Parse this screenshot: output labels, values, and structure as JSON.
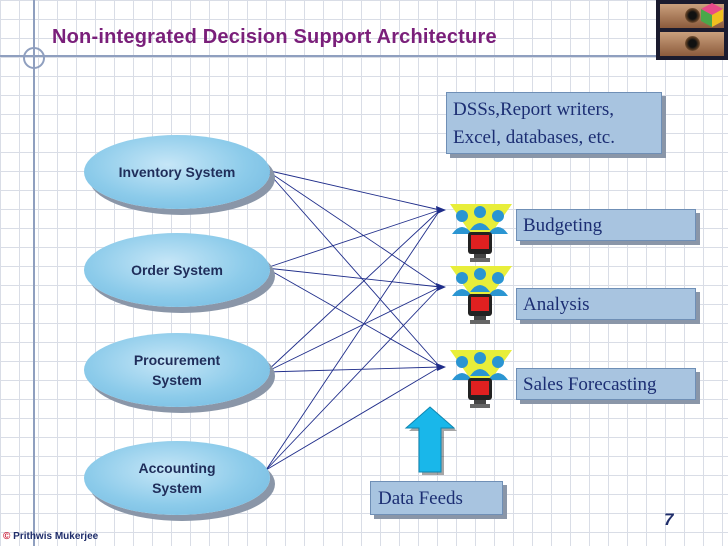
{
  "title": "Non-integrated Decision Support Architecture",
  "systems": [
    {
      "line1": "Inventory System",
      "line2": ""
    },
    {
      "line1": "Order System",
      "line2": ""
    },
    {
      "line1": "Procurement",
      "line2": "System"
    },
    {
      "line1": "Accounting",
      "line2": "System"
    }
  ],
  "tools": {
    "line1": "DSSs,Report writers,",
    "line2": "Excel, databases, etc."
  },
  "outputs": [
    "Budgeting",
    "Analysis",
    "Sales Forecasting"
  ],
  "data_feeds": "Data Feeds",
  "footer": {
    "copyright_symbol": "©",
    "author": "Prithwis Mukerjee"
  },
  "page_number": "7",
  "colors": {
    "title": "#7a1f7a",
    "ellipse": "#8ccbea",
    "box": "#a8c4e0",
    "box_text": "#1c2e73",
    "arrow": "#19b7ea",
    "line": "#1f2d8a"
  }
}
